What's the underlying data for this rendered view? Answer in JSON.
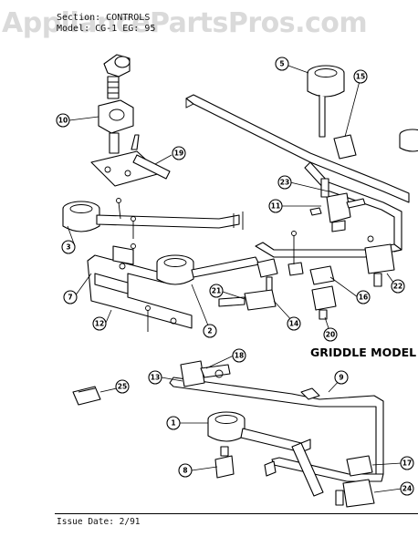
{
  "header": {
    "section_line": "Section: CONTROLS",
    "model_line": "Model: CG-1 EG: 95"
  },
  "watermark": "AppliancePartsPros.com",
  "griddle_label": "GRIDDLE MODEL",
  "footer": {
    "issue_date": "Issue Date: 2/91"
  },
  "callouts": [
    "1",
    "2",
    "3",
    "5",
    "7",
    "8",
    "9",
    "10",
    "11",
    "12",
    "13",
    "14",
    "15",
    "16",
    "17",
    "18",
    "19",
    "20",
    "21",
    "22",
    "23",
    "24",
    "25"
  ]
}
